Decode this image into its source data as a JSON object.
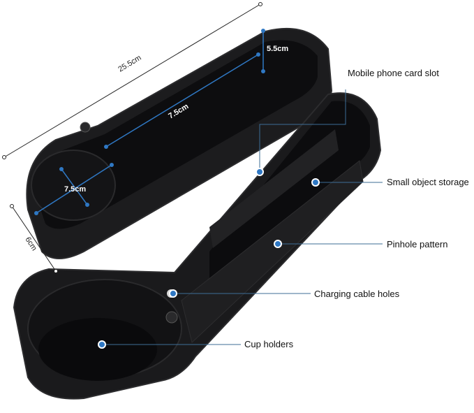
{
  "dimensions": {
    "length": "25.5cm",
    "height": "5.5cm",
    "inner_length": "7.5cm",
    "cup_diameter": "7.5cm",
    "width": "6cm"
  },
  "callouts": {
    "phone_slot": "Mobile phone card slot",
    "small_storage": "Small object storage",
    "pinhole": "Pinhole pattern",
    "cable_holes": "Charging cable holes",
    "cup_holders": "Cup holders"
  },
  "colors": {
    "product": "#1a1a1c",
    "product_edge": "#2c2c2e",
    "accent": "#2f78c4",
    "leader_line": "#3d6d96"
  }
}
